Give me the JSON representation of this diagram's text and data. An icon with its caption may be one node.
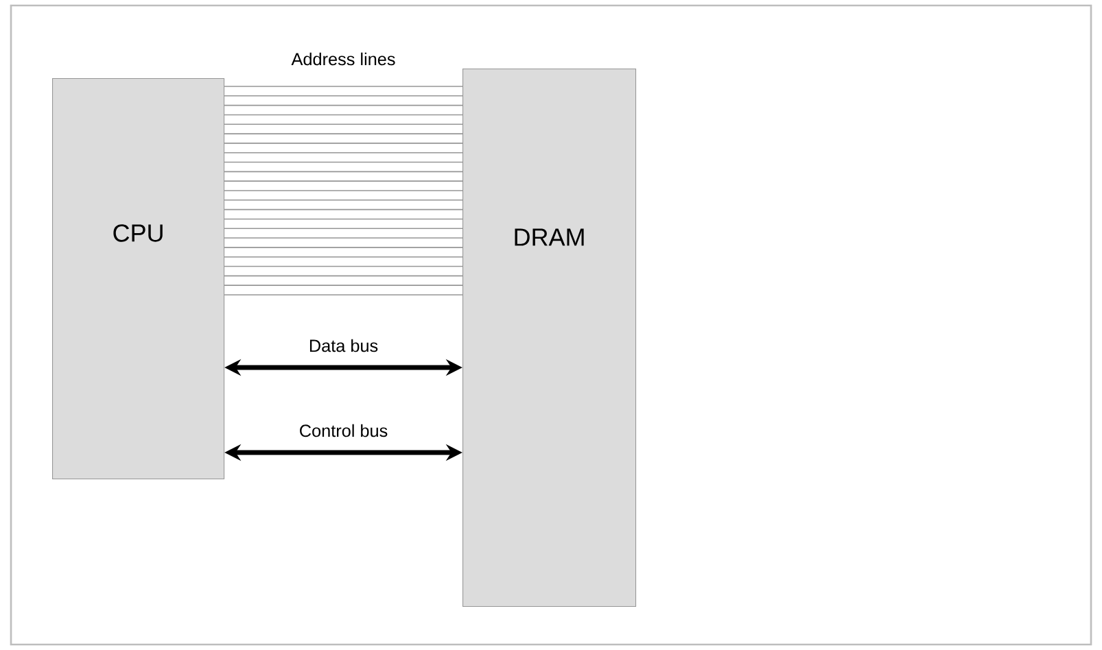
{
  "diagram": {
    "nodes": [
      {
        "text": [
          "CPU"
        ]
      },
      {
        "text": [
          "DRAM"
        ]
      }
    ],
    "edges": [
      {
        "from": 0,
        "to": 1,
        "arrow": "none",
        "label": "Address lines"
      },
      {
        "from": 0,
        "to": 1,
        "arrow": "none"
      },
      {
        "from": 0,
        "to": 1,
        "arrow": "none"
      },
      {
        "from": 0,
        "to": 1,
        "arrow": "none"
      },
      {
        "from": 0,
        "to": 1,
        "arrow": "none"
      },
      {
        "from": 0,
        "to": 1,
        "arrow": "none"
      },
      {
        "from": 0,
        "to": 1,
        "arrow": "none"
      },
      {
        "from": 0,
        "to": 1,
        "arrow": "none"
      },
      {
        "from": 0,
        "to": 1,
        "arrow": "none"
      },
      {
        "from": 0,
        "to": 1,
        "arrow": "none"
      },
      {
        "from": 0,
        "to": 1,
        "arrow": "none"
      },
      {
        "from": 0,
        "to": 1,
        "arrow": "none"
      },
      {
        "from": 0,
        "to": 1,
        "arrow": "none"
      },
      {
        "from": 0,
        "to": 1,
        "arrow": "none"
      },
      {
        "from": 0,
        "to": 1,
        "arrow": "none"
      },
      {
        "from": 0,
        "to": 1,
        "arrow": "none"
      },
      {
        "from": 0,
        "to": 1,
        "arrow": "none"
      },
      {
        "from": 0,
        "to": 1,
        "arrow": "none"
      },
      {
        "from": 0,
        "to": 1,
        "arrow": "none"
      },
      {
        "from": 0,
        "to": 1,
        "arrow": "none"
      },
      {
        "from": 0,
        "to": 1,
        "arrow": "none"
      },
      {
        "from": 0,
        "to": 1,
        "arrow": "none"
      },
      {
        "from": 0,
        "to": 1,
        "arrow": "none"
      },
      {
        "from": 0,
        "to": 1,
        "arrow": "both",
        "label": "Data bus",
        "style": "thick",
        "color": "#000000"
      },
      {
        "from": 0,
        "to": 1,
        "arrow": "both",
        "label": "Control bus",
        "style": "thick",
        "color": "#000000"
      }
    ]
  }
}
